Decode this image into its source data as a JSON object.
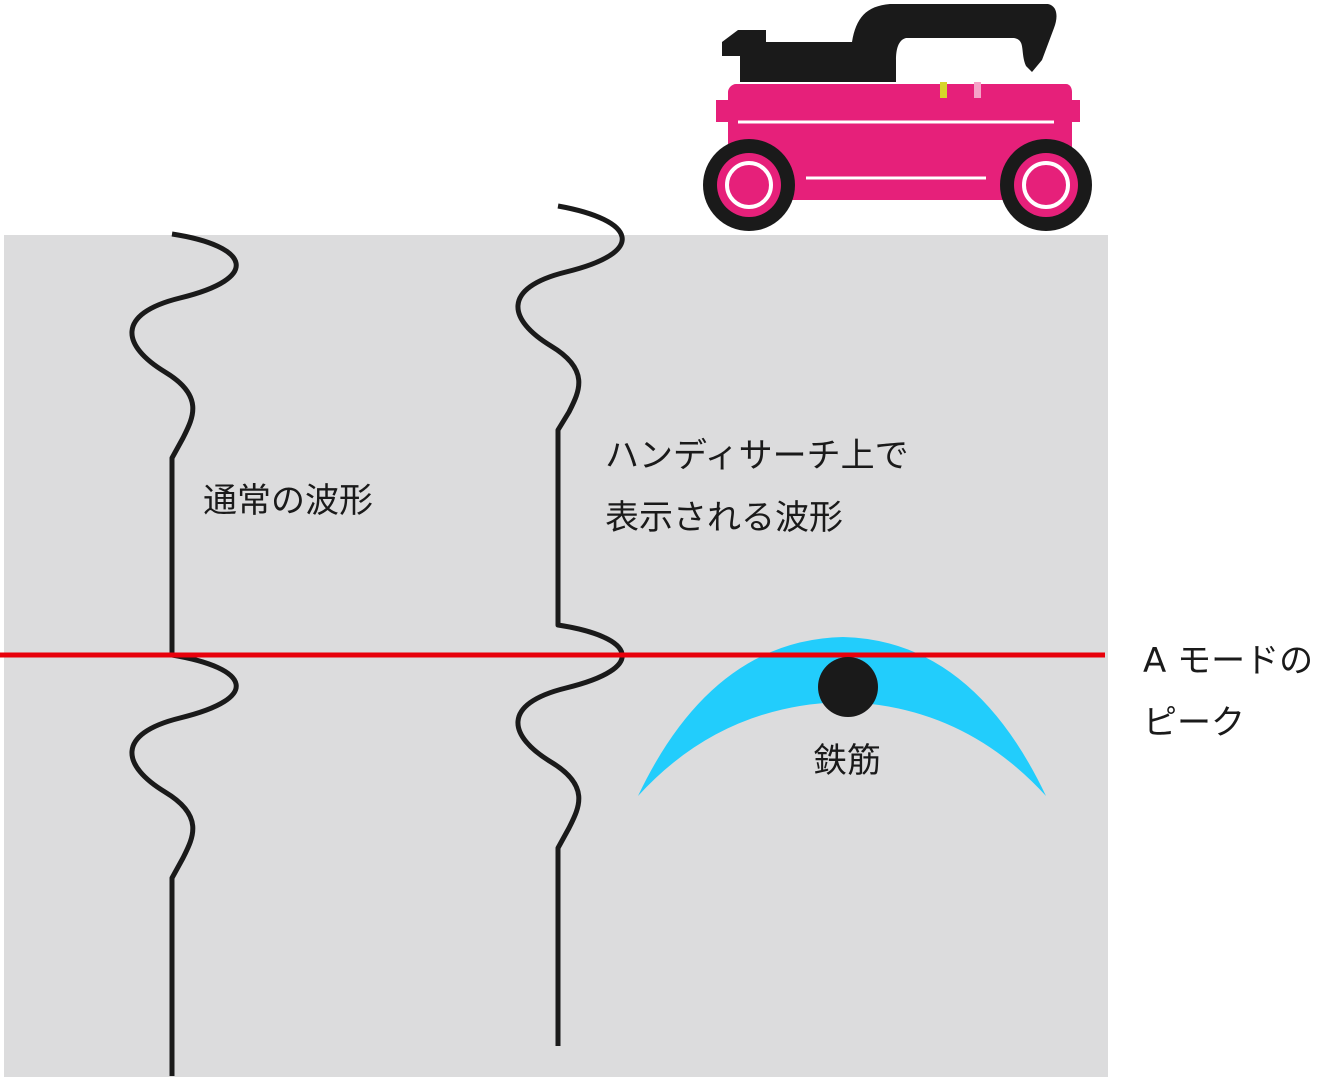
{
  "labels": {
    "normal_waveform": "通常の波形",
    "handy_waveform_line1": "ハンディサーチ上で",
    "handy_waveform_line2": "表示される波形",
    "rebar": "鉄筋",
    "a_mode_line1": "A モードの",
    "a_mode_line2": "ピーク"
  },
  "colors": {
    "background": "#ffffff",
    "concrete": "#dcdcdd",
    "waveform": "#1a1a1a",
    "peak_line": "#e8000b",
    "hyperbola": "#22cdfc",
    "rebar": "#1a1a1a",
    "device_body": "#e6207a",
    "device_handle": "#1a1a1a",
    "device_accent_yellow": "#d6d62a",
    "device_accent_pink": "#f5a3c8"
  },
  "icons": {
    "device": "gpr-scanner-device-icon",
    "rebar": "rebar-cross-section-icon"
  }
}
